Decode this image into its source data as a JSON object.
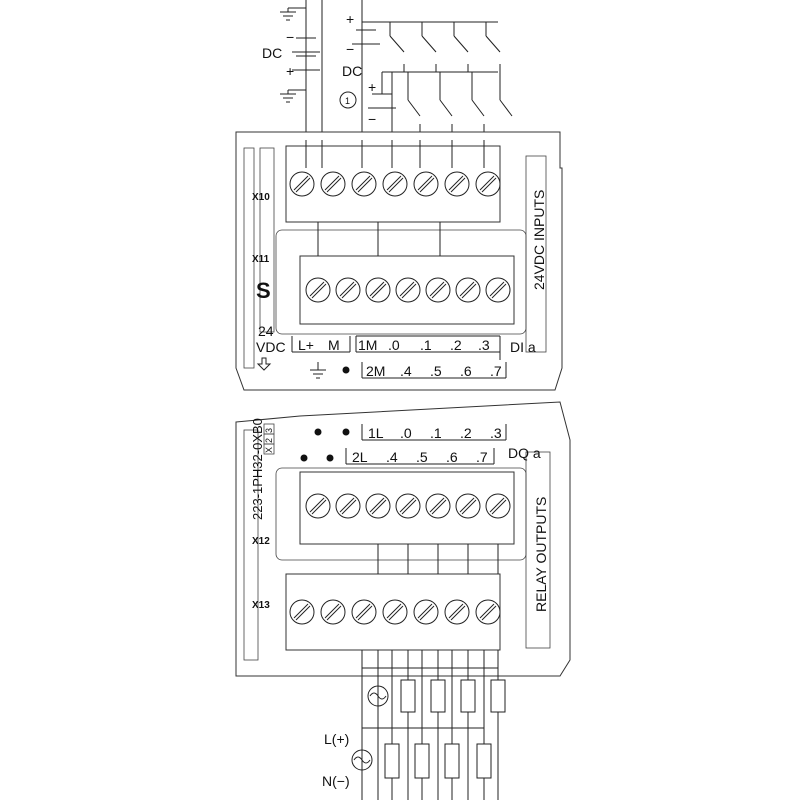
{
  "title": {
    "dc_top": "DC",
    "dc_mid": "DC",
    "note_marker": "1",
    "plus": "+",
    "minus": "−"
  },
  "connectors": {
    "x10": "X10",
    "x11": "X11",
    "x12": "X12",
    "x13": "X13"
  },
  "module": {
    "logo_glyph": "S",
    "order_number": "223-1PH32-0XB0",
    "version_boxes": [
      "X",
      "2",
      "3"
    ],
    "inputs_title": "24VDC INPUTS",
    "outputs_title": "RELAY OUTPUTS",
    "supply_voltage_1": "24",
    "supply_voltage_2": "VDC",
    "di_label": "DI a",
    "dq_label": "DQ a"
  },
  "input_terminals_top": [
    "L+",
    "M",
    "1M",
    ".0",
    ".1",
    ".2",
    ".3"
  ],
  "input_terminals_bottom": [
    "2M",
    ".4",
    ".5",
    ".6",
    ".7"
  ],
  "output_terminals_top": [
    "1L",
    ".0",
    ".1",
    ".2",
    ".3"
  ],
  "output_terminals_bottom": [
    "2L",
    ".4",
    ".5",
    ".6",
    ".7"
  ],
  "load_supply": {
    "line": "L(+)",
    "neutral": "N(−)"
  }
}
